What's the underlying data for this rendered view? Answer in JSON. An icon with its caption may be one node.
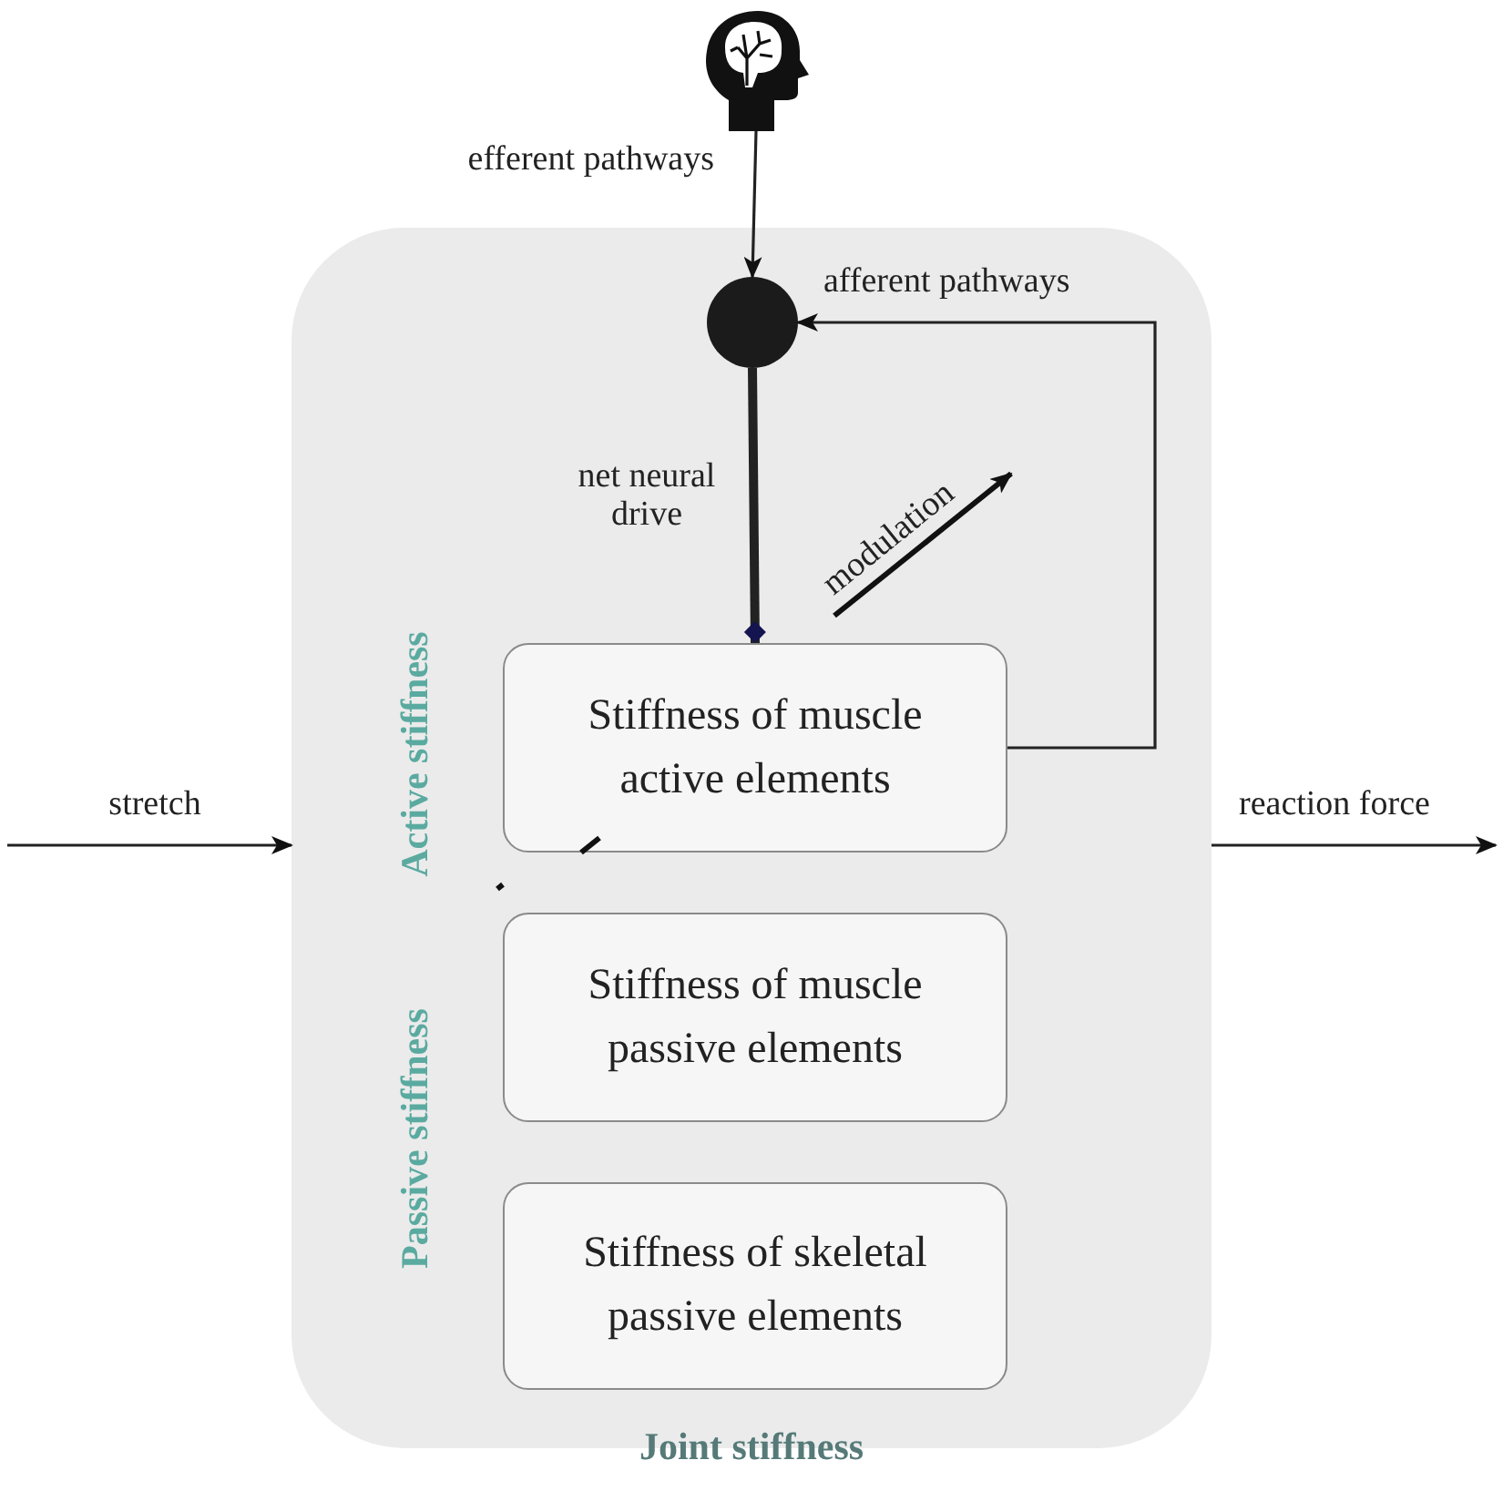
{
  "diagram": {
    "nodes": [
      {
        "text": [],
        "shape": "person"
      },
      {
        "text": [
          "Joint stiffness"
        ]
      },
      {
        "text": [],
        "shape": "circle",
        "in": 1
      },
      {
        "text": [
          "Stiffness of muscle active elements"
        ],
        "in": 1
      },
      {
        "text": [
          "Stiffness of muscle passive elements"
        ],
        "in": 1
      },
      {
        "text": [
          "Stiffness of skeletal passive elements"
        ],
        "in": 1
      }
    ],
    "edges": [
      {
        "from": 0,
        "to": 2,
        "arrow": "to",
        "label": "efferent pathways"
      },
      {
        "from": 3,
        "to": 2,
        "arrow": "to",
        "label": "afferent pathways"
      },
      {
        "from": 2,
        "to": 3,
        "arrow": "other",
        "style": "thick",
        "label": "net neural drive"
      },
      {
        "from": null,
        "to": 1,
        "arrow": "to",
        "label": "stretch"
      },
      {
        "from": 1,
        "to": null,
        "arrow": "to",
        "label": "reaction force"
      }
    ],
    "labels": [
      "modulation",
      "Active stiffness",
      "Passive stiffness"
    ]
  }
}
